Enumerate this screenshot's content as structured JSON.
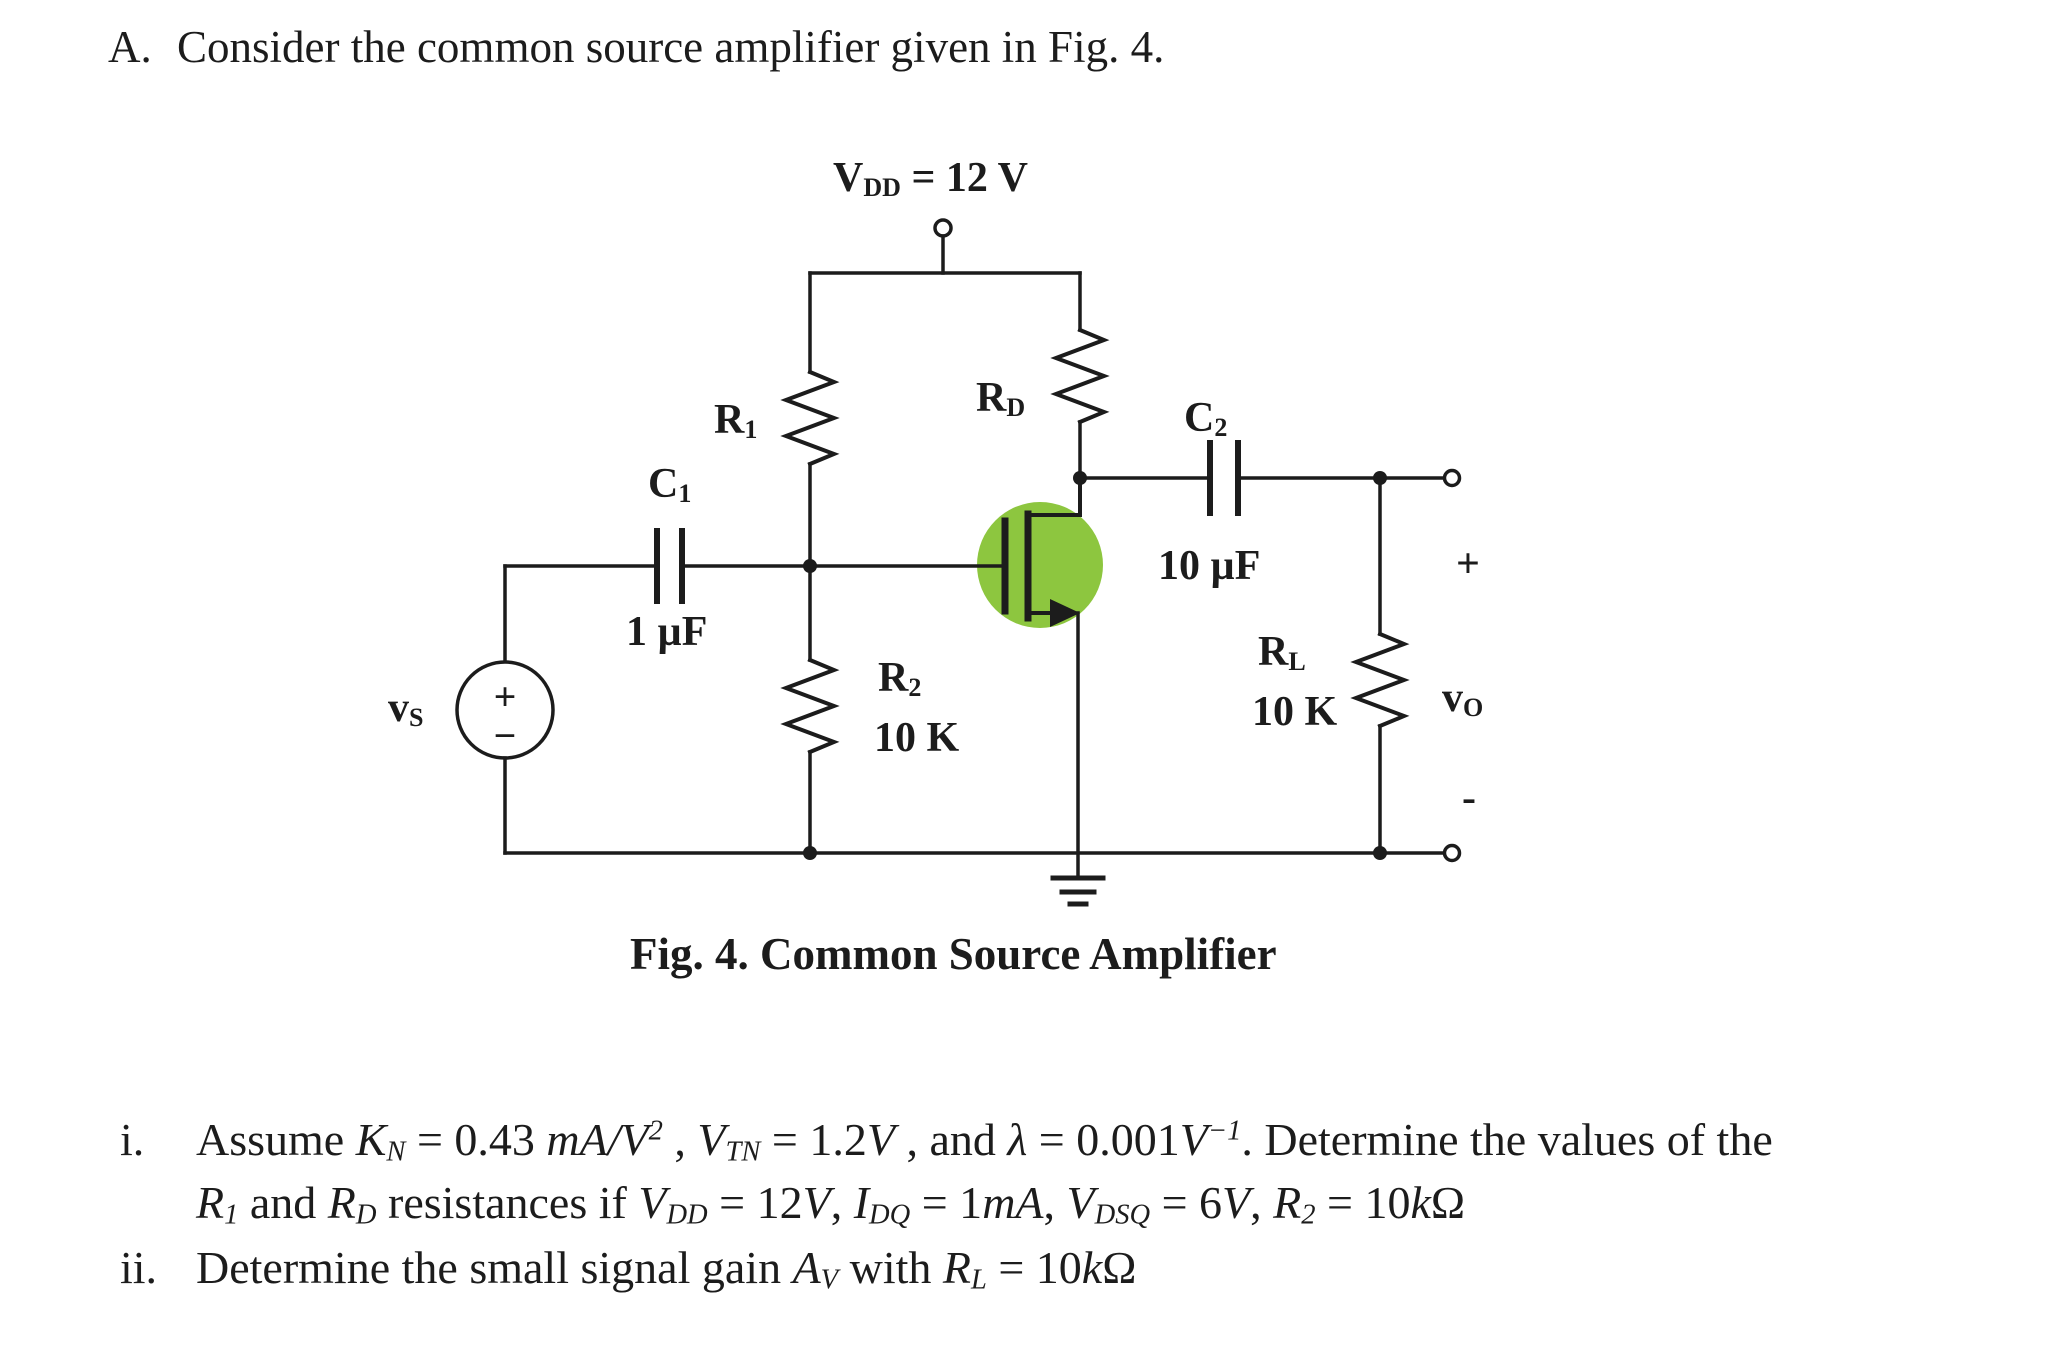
{
  "page": {
    "background": "#ffffff",
    "text_color": "#1c1c1c"
  },
  "problem": {
    "list_marker": "A.",
    "statement": "Consider the common source amplifier given in Fig. 4."
  },
  "figure": {
    "caption": "Fig. 4. Common Source Amplifier",
    "ink_color": "#1c1c1c",
    "highlight_color": "#8dc63f",
    "labels": {
      "vdd": [
        {
          "t": "V"
        },
        {
          "t": "DD",
          "s": "sub"
        },
        {
          "t": " = 12 V"
        }
      ],
      "r1": [
        {
          "t": "R"
        },
        {
          "t": "1",
          "s": "sub"
        }
      ],
      "rd": [
        {
          "t": "R"
        },
        {
          "t": "D",
          "s": "sub"
        }
      ],
      "c1": [
        {
          "t": "C"
        },
        {
          "t": "1",
          "s": "sub"
        }
      ],
      "c1_value": "1 µF",
      "c2": [
        {
          "t": "C"
        },
        {
          "t": "2",
          "s": "sub"
        }
      ],
      "c2_value": "10 µF",
      "r2": [
        {
          "t": "R"
        },
        {
          "t": "2",
          "s": "sub"
        }
      ],
      "r2_value": "10 K",
      "rl": [
        {
          "t": "R"
        },
        {
          "t": "L",
          "s": "sub"
        }
      ],
      "rl_value": "10 K",
      "vs": [
        {
          "t": "v"
        },
        {
          "t": "S",
          "s": "sub"
        }
      ],
      "vo": [
        {
          "t": "v"
        },
        {
          "t": "O",
          "s": "sub"
        }
      ],
      "source_plus": "+",
      "source_minus": "−",
      "out_plus": "+",
      "out_minus": "-"
    }
  },
  "questions": [
    {
      "marker": "i.",
      "lines": [
        [
          {
            "t": "Assume "
          },
          {
            "t": "K",
            "s": "i"
          },
          {
            "t": "N",
            "s": "isub"
          },
          {
            "t": " = 0.43 "
          },
          {
            "t": "mA/V",
            "s": "i"
          },
          {
            "t": "2",
            "s": "isup"
          },
          {
            "t": " , "
          },
          {
            "t": "V",
            "s": "i"
          },
          {
            "t": "TN",
            "s": "isub"
          },
          {
            "t": " = 1.2"
          },
          {
            "t": "V",
            "s": "i"
          },
          {
            "t": " , and "
          },
          {
            "t": "λ",
            "s": "i"
          },
          {
            "t": " = 0.001"
          },
          {
            "t": "V",
            "s": "i"
          },
          {
            "t": "−1",
            "s": "isup"
          },
          {
            "t": ". Determine the values of the"
          }
        ],
        [
          {
            "t": "R",
            "s": "i"
          },
          {
            "t": "1",
            "s": "isub"
          },
          {
            "t": " and "
          },
          {
            "t": "R",
            "s": "i"
          },
          {
            "t": "D",
            "s": "isub"
          },
          {
            "t": " resistances if "
          },
          {
            "t": "V",
            "s": "i"
          },
          {
            "t": "DD",
            "s": "isub"
          },
          {
            "t": " = 12"
          },
          {
            "t": "V",
            "s": "i"
          },
          {
            "t": ", "
          },
          {
            "t": "I",
            "s": "i"
          },
          {
            "t": "DQ",
            "s": "isub"
          },
          {
            "t": " = 1"
          },
          {
            "t": "mA",
            "s": "i"
          },
          {
            "t": ", "
          },
          {
            "t": "V",
            "s": "i"
          },
          {
            "t": "DSQ",
            "s": "isub"
          },
          {
            "t": " = 6"
          },
          {
            "t": "V",
            "s": "i"
          },
          {
            "t": ", "
          },
          {
            "t": "R",
            "s": "i"
          },
          {
            "t": "2",
            "s": "isub"
          },
          {
            "t": " = 10"
          },
          {
            "t": "k",
            "s": "i"
          },
          {
            "t": "Ω"
          }
        ]
      ]
    },
    {
      "marker": "ii.",
      "lines": [
        [
          {
            "t": "Determine the small signal gain "
          },
          {
            "t": "A",
            "s": "i"
          },
          {
            "t": "V",
            "s": "isub"
          },
          {
            "t": " with "
          },
          {
            "t": "R",
            "s": "i"
          },
          {
            "t": "L",
            "s": "isub"
          },
          {
            "t": " = 10"
          },
          {
            "t": "k",
            "s": "i"
          },
          {
            "t": "Ω"
          }
        ]
      ]
    }
  ]
}
